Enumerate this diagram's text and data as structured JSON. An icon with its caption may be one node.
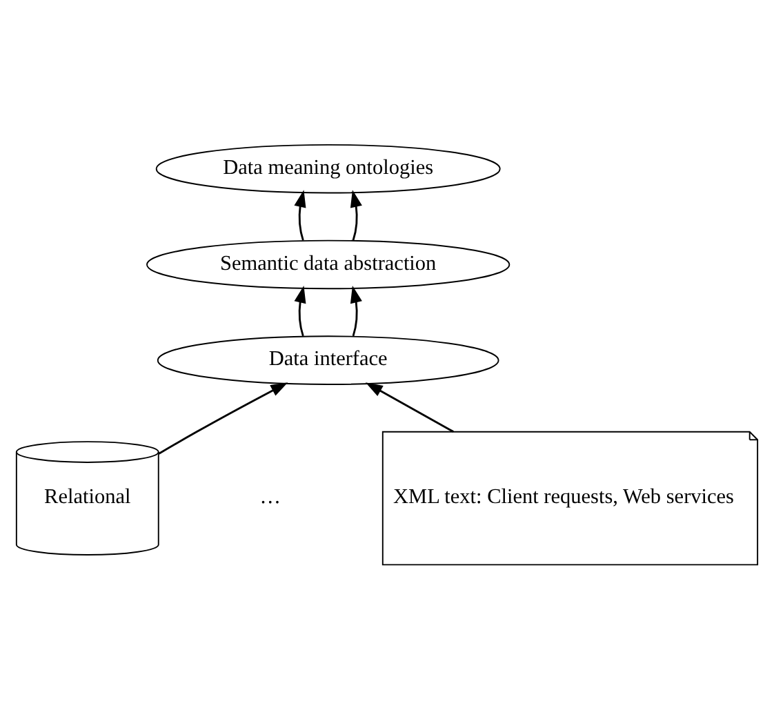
{
  "diagram": {
    "nodes": [
      {
        "text": [
          "Data meaning ontologies"
        ]
      },
      {
        "text": [
          "Semantic data abstraction"
        ]
      },
      {
        "text": [
          "Data interface"
        ]
      },
      {
        "text": [
          "Relational"
        ]
      },
      {
        "text": [
          "XML text: Client requests, Web services"
        ]
      }
    ],
    "edges": [
      {
        "from": 1,
        "to": 0,
        "arrow": "to"
      },
      {
        "from": 1,
        "to": 0,
        "arrow": "to"
      },
      {
        "from": 2,
        "to": 1,
        "arrow": "to"
      },
      {
        "from": 2,
        "to": 1,
        "arrow": "to"
      },
      {
        "from": 3,
        "to": 2,
        "arrow": "to"
      },
      {
        "from": 4,
        "to": 2,
        "arrow": "to"
      }
    ],
    "labels": [
      "…"
    ]
  }
}
